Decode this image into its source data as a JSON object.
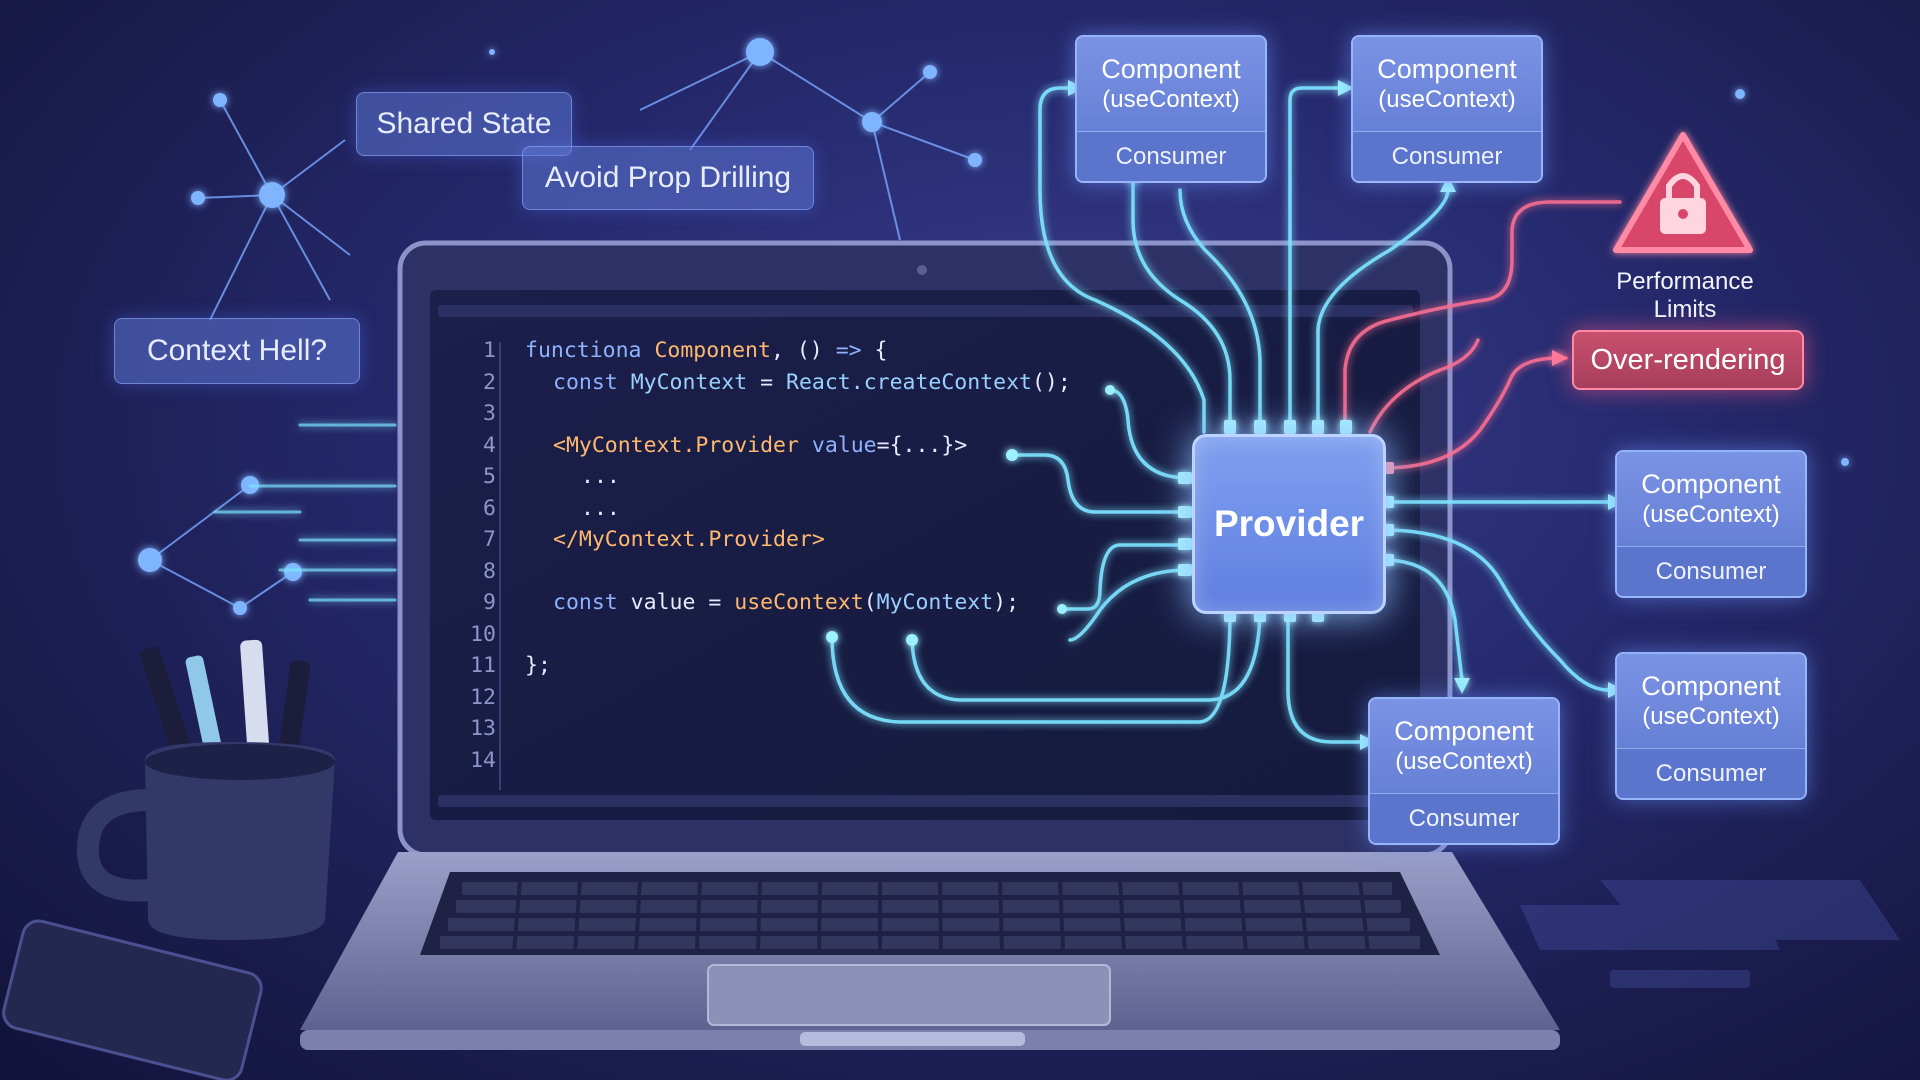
{
  "bubbles": {
    "shared_state": "Shared State",
    "avoid_prop_drilling": "Avoid Prop Drilling",
    "context_hell": "Context Hell?"
  },
  "code": {
    "lines": [
      {
        "n": "1"
      },
      {
        "n": "2"
      },
      {
        "n": "3"
      },
      {
        "n": "4"
      },
      {
        "n": "5"
      },
      {
        "n": "6"
      },
      {
        "n": "7"
      },
      {
        "n": "8"
      },
      {
        "n": "9"
      },
      {
        "n": "10"
      },
      {
        "n": "11"
      },
      {
        "n": "12"
      },
      {
        "n": "13"
      },
      {
        "n": "14"
      }
    ],
    "l1": {
      "kw": "functiona",
      "name": "Component",
      "rest": ", () ",
      "arrow": "=>",
      "brace": " {"
    },
    "l2": {
      "kw": "const",
      "name": "MyContext",
      "eq": " = ",
      "call": "React.createContext",
      "end": "();"
    },
    "l4": {
      "tag": "<MyContext.Provider",
      "attr": " value",
      "val": "={...}>"
    },
    "l5": "...",
    "l6": "...",
    "l7": "</MyContext.Provider>",
    "l9": {
      "kw": "const",
      "name": " value",
      "eq": " = ",
      "call": "useContext",
      "open": "(",
      "arg": "MyContext",
      "end": ");"
    },
    "l11": "};"
  },
  "provider": {
    "label": "Provider"
  },
  "components": [
    {
      "title": "Component",
      "hook": "(useContext)",
      "role": "Consumer"
    },
    {
      "title": "Component",
      "hook": "(useContext)",
      "role": "Consumer"
    },
    {
      "title": "Component",
      "hook": "(useContext)",
      "role": "Consumer"
    },
    {
      "title": "Component",
      "hook": "(useContext)",
      "role": "Consumer"
    },
    {
      "title": "Component",
      "hook": "(useContext)",
      "role": "Consumer"
    }
  ],
  "warning": {
    "label_line1": "Performance",
    "label_line2": "Limits",
    "over_rendering": "Over-rendering"
  },
  "colors": {
    "background": "#262a6e",
    "accent_glow": "#7de3ff",
    "warning": "#ff5a80",
    "code_function": "#ffb870",
    "code_keyword": "#8fb2ff"
  },
  "icons": [
    "network-graph-icon",
    "lock-warning-icon",
    "pencil-cup-icon",
    "phone-icon"
  ]
}
